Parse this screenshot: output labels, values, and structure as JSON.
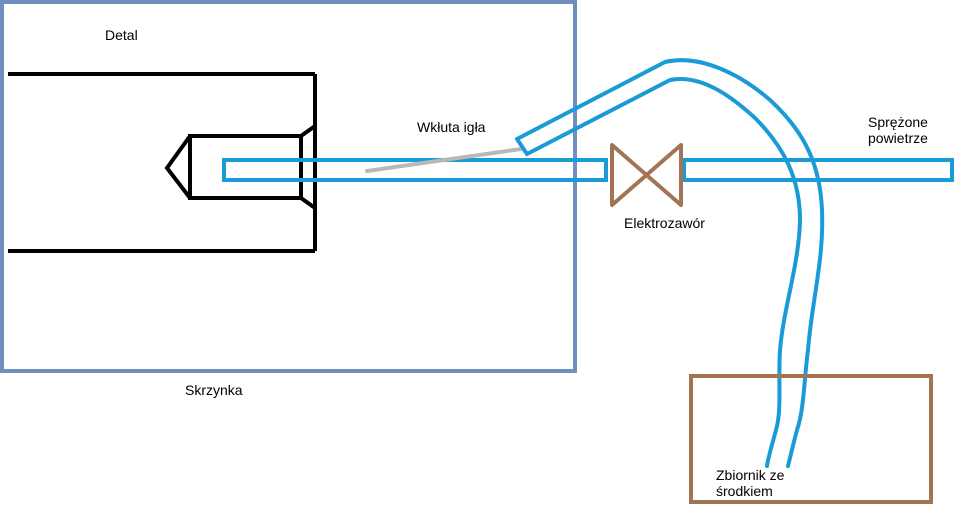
{
  "labels": {
    "detal": "Detal",
    "skrzynka": "Skrzynka",
    "igla": "Wkłuta igła",
    "powietrze_line1": "Sprężone",
    "powietrze_line2": "powietrze",
    "elektrozawor": "Elektrozawór",
    "zbiornik_line1": "Zbiornik ze",
    "zbiornik_line2": "środkiem"
  },
  "colors": {
    "box_frame": "#6f8fbf",
    "pipe": "#1a9bd7",
    "valve": "#a37454",
    "tank": "#a37454",
    "needle": "#b8b8b8",
    "part": "#000000"
  }
}
